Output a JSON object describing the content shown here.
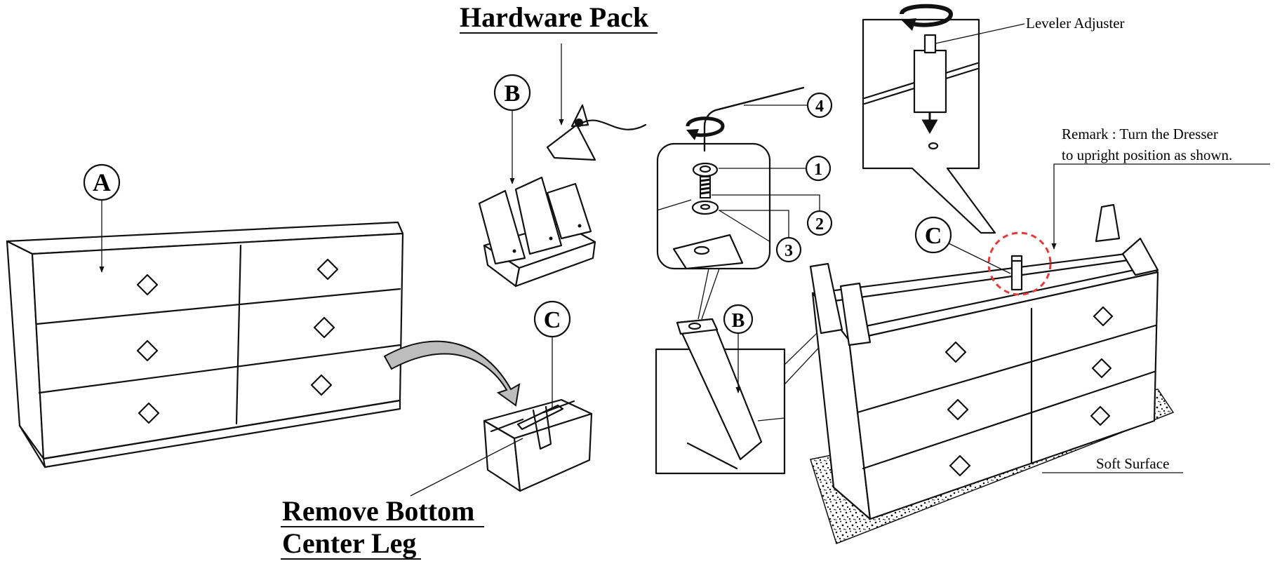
{
  "headings": {
    "hardware_pack": "Hardware Pack",
    "remove_bottom_line1": "Remove Bottom",
    "remove_bottom_line2": "Center Leg"
  },
  "part_labels": {
    "a": "A",
    "b_top": "B",
    "c_box": "C",
    "b_detail": "B",
    "c_dresser": "C"
  },
  "hardware_numbers": {
    "n1": "1",
    "n2": "2",
    "n3": "3",
    "n4": "4"
  },
  "callouts": {
    "leveler": "Leveler Adjuster",
    "remark_line1": "Remark : Turn the Dresser",
    "remark_line2": "to upright position as shown.",
    "soft_surface": "Soft Surface"
  },
  "colors": {
    "ink": "#111111",
    "highlight_circle": "#e53935",
    "background": "#ffffff"
  }
}
